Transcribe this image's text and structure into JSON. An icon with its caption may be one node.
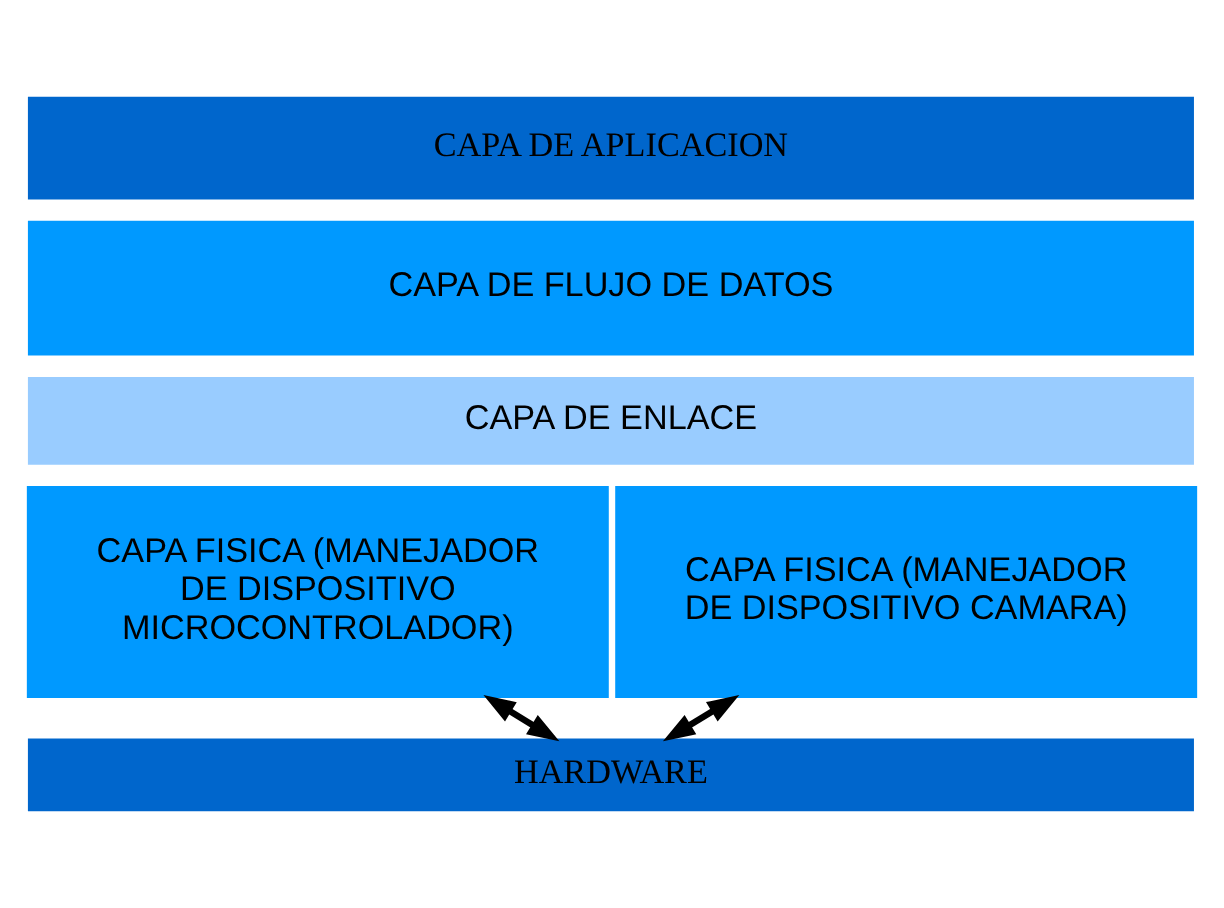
{
  "diagram": {
    "nodes": [
      {
        "text": [
          "CAPA DE APLICACION"
        ]
      },
      {
        "text": [
          "CAPA DE FLUJO DE DATOS"
        ]
      },
      {
        "text": [
          "CAPA DE ENLACE"
        ]
      },
      {
        "text": [
          "CAPA FISICA (MANEJADOR DE DISPOSITIVO MICROCONTROLADOR)"
        ]
      },
      {
        "text": [
          "CAPA FISICA (MANEJADOR DE DISPOSITIVO CAMARA)"
        ]
      },
      {
        "text": [
          "HARDWARE"
        ]
      }
    ],
    "edges": [
      {
        "from": 3,
        "to": 5,
        "arrow": "both"
      },
      {
        "from": 4,
        "to": 5,
        "arrow": "both"
      }
    ]
  }
}
